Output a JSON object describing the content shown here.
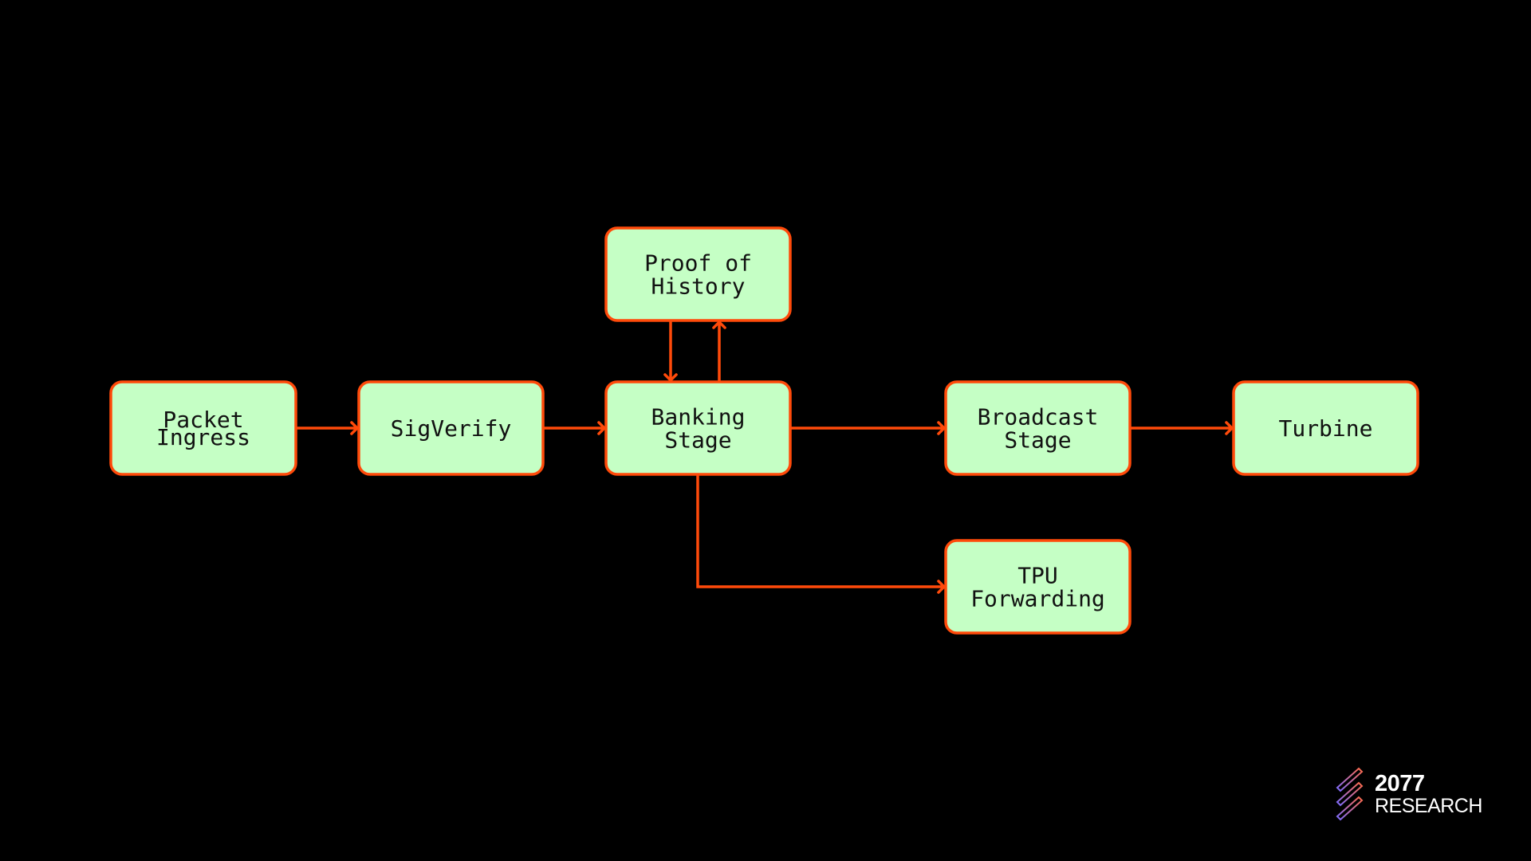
{
  "diagram": {
    "colors": {
      "background": "#000000",
      "node_fill": "#C5FFC5",
      "node_stroke": "#FF4A0A",
      "edge": "#FF4A0A",
      "text": "#111111"
    },
    "nodes": [
      {
        "id": "packet_ingress",
        "lines": [
          "Packet",
          "Ingress"
        ]
      },
      {
        "id": "sigverify",
        "lines": [
          "SigVerify"
        ]
      },
      {
        "id": "proof_of_history",
        "lines": [
          "Proof of",
          "History"
        ]
      },
      {
        "id": "banking_stage",
        "lines": [
          "Banking",
          "Stage"
        ]
      },
      {
        "id": "broadcast_stage",
        "lines": [
          "Broadcast",
          "Stage"
        ]
      },
      {
        "id": "turbine",
        "lines": [
          "Turbine"
        ]
      },
      {
        "id": "tpu_forwarding",
        "lines": [
          "TPU",
          "Forwarding"
        ]
      }
    ],
    "edges": [
      {
        "from": "packet_ingress",
        "to": "sigverify"
      },
      {
        "from": "sigverify",
        "to": "banking_stage"
      },
      {
        "from": "proof_of_history",
        "to": "banking_stage"
      },
      {
        "from": "banking_stage",
        "to": "proof_of_history"
      },
      {
        "from": "banking_stage",
        "to": "broadcast_stage"
      },
      {
        "from": "broadcast_stage",
        "to": "turbine"
      },
      {
        "from": "banking_stage",
        "to": "tpu_forwarding"
      }
    ]
  },
  "logo": {
    "main": "2077",
    "sub": "RESEARCH",
    "icon": "stacked-diagonal-bars-icon"
  }
}
